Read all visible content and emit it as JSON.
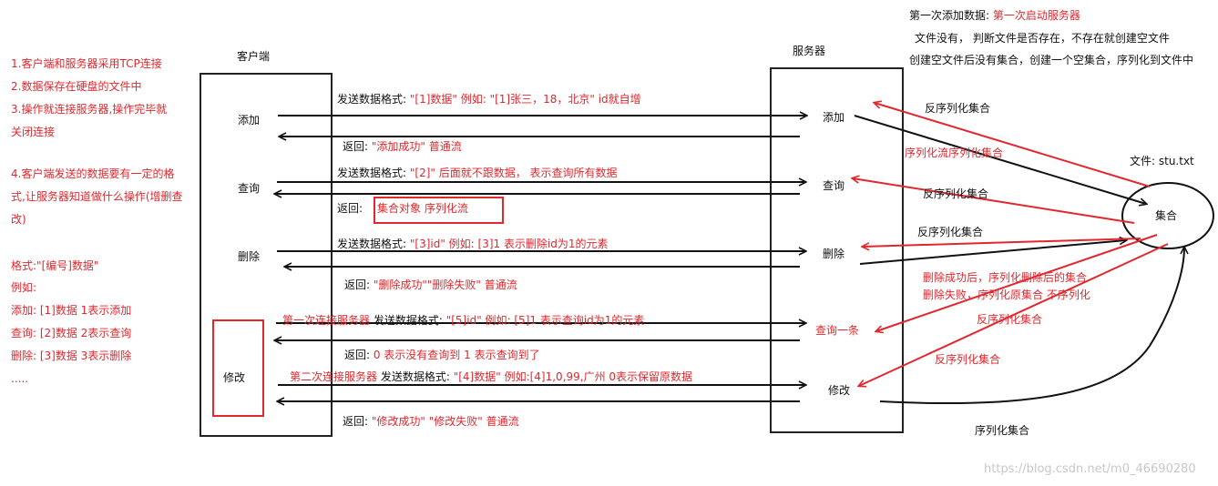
{
  "colors": {
    "red": "#e0282e",
    "black": "#111111",
    "watermark": "#c8c8c8"
  },
  "notes": {
    "n1": "1.客户端和服务器采用TCP连接",
    "n2": "2.数据保存在硬盘的文件中",
    "n3a": "3.操作就连接服务器,操作完毕就",
    "n3b": "关闭连接",
    "n4a": "4.客户端发送的数据要有一定的格",
    "n4b": "式,让服务器知道做什么操作(增删查",
    "n4c": "改)",
    "fmt": "格式:\"[编号]数据\"",
    "eg": "例如:",
    "eg_add": "添加: [1]数据    1表示添加",
    "eg_query": "查询: [2]数据    2表示查询",
    "eg_del": "删除: [3]数据  3表示删除",
    "dots": "....."
  },
  "top_note": {
    "line1_label": "第一次添加数据:",
    "line1_red": "第一次启动服务器",
    "line2": "文件没有，  判断文件是否存在，不存在就创建空文件",
    "line3": "创建空文件后没有集合，创建一个空集合，序列化到文件中"
  },
  "client": {
    "title": "客户端",
    "add": "添加",
    "query": "查询",
    "del": "删除",
    "modify": "修改"
  },
  "server": {
    "title": "服务器",
    "add": "添加",
    "query": "查询",
    "del": "删除",
    "query_one": "查询一条",
    "modify": "修改"
  },
  "messages": {
    "add_send_label": "发送数据格式:",
    "add_send": "\"[1]数据\"  例如: \"[1]张三，18，北京\"     id就自增",
    "add_ret_label": "返回:",
    "add_ret": "\"添加成功\"   普通流",
    "query_send_label": "发送数据格式:",
    "query_send": "\"[2]\"     后面就不跟数据，  表示查询所有数据",
    "query_ret_label": "返回:",
    "query_ret": "集合对象     序列化流",
    "del_send_label": "发送数据格式:",
    "del_send": "  \"[3]id\"   例如: [3]1     表示删除id为1的元素",
    "del_ret_label": "返回:",
    "del_ret": " \"删除成功\"\"删除失败\"     普通流",
    "q1_send_red": "第一次连接服务器",
    "q1_send_label": "发送数据格式:",
    "q1_send": "\"[5]id\"  例如: [5]1  表示查询id为1的元素",
    "q1_ret_label": "返回:",
    "q1_ret": "  0 表示没有查询到      1 表示查询到了",
    "mod_send_red": "第二次连接服务器",
    "mod_send_label": "发送数据格式:",
    "mod_send": "\"[4]数据\"  例如:[4]1,0,99,广州      0表示保留原数据",
    "mod_ret_label": "返回:",
    "mod_ret": "\"修改成功\"   \"修改失败\"   普通流"
  },
  "file": {
    "label": "文件: stu.txt",
    "set": "集合"
  },
  "arrow_labels": {
    "deser1": "反序列化集合",
    "ser_deser": "序列化流序列化集合",
    "deser2": "反序列化集合",
    "deser3": "反序列化集合",
    "del_after_a": "删除成功后，序列化删除后的集合",
    "del_after_b": "删除失败，序列化原集合    不序列化",
    "deser4": "反序列化集合",
    "deser5": "反序列化集合",
    "ser": "序列化集合"
  },
  "watermark": "https://blog.csdn.net/m0_46690280"
}
